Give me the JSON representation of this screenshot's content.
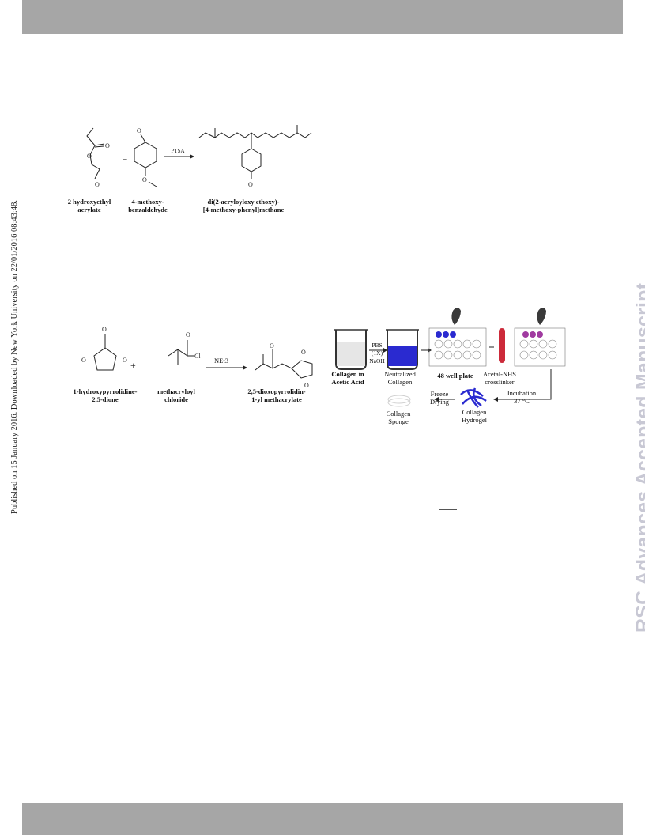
{
  "header": {
    "bar_color": "#a6a6a6"
  },
  "footer": {
    "bar_color": "#a6a6a6"
  },
  "sidebar_left": {
    "text": "Published on 15 January 2016. Downloaded by New York University on 22/01/2016 08:43:48."
  },
  "sidebar_right": {
    "text": "RSC Advances Accepted Manuscript",
    "color": "#c8c8d4"
  },
  "scheme1": {
    "reactant1": [
      "2 hydroxyethyl",
      "acrylate"
    ],
    "plus": "−",
    "reactant2": [
      "4-methoxy-",
      "benzaldehyde"
    ],
    "catalyst": "PTSA",
    "product": [
      "di(2-acryloyloxy ethoxy)-",
      "[4-methoxy-phenyl]methane"
    ]
  },
  "scheme2": {
    "reactant1": [
      "1-hydroxypyrrolidine-",
      "2,5-dione"
    ],
    "plus": "+",
    "reactant2": [
      "methacryloyl",
      "chloride"
    ],
    "reagent": "NEt3",
    "product": [
      "2,5-dioxopyrrolidin-",
      "1-yl methacrylate"
    ]
  },
  "process": {
    "step1": [
      "Collagen in",
      "Acetic Acid"
    ],
    "reagent": [
      "PBS (1X)",
      "NaOH"
    ],
    "step2": [
      "Neutralized",
      "Collagen"
    ],
    "step3": "48 well plate",
    "step4": [
      "Acetal-NHS",
      "crosslinker"
    ],
    "step5": [
      "Incubation",
      "37 °C"
    ],
    "step6": [
      "Collagen",
      "Hydrogel"
    ],
    "step7": [
      "Freeze",
      "Drying"
    ],
    "step8": [
      "Collagen",
      "Sponge"
    ],
    "collagen_color": "#2a2ad0",
    "crosslinker_color": "#cc2a3a"
  }
}
